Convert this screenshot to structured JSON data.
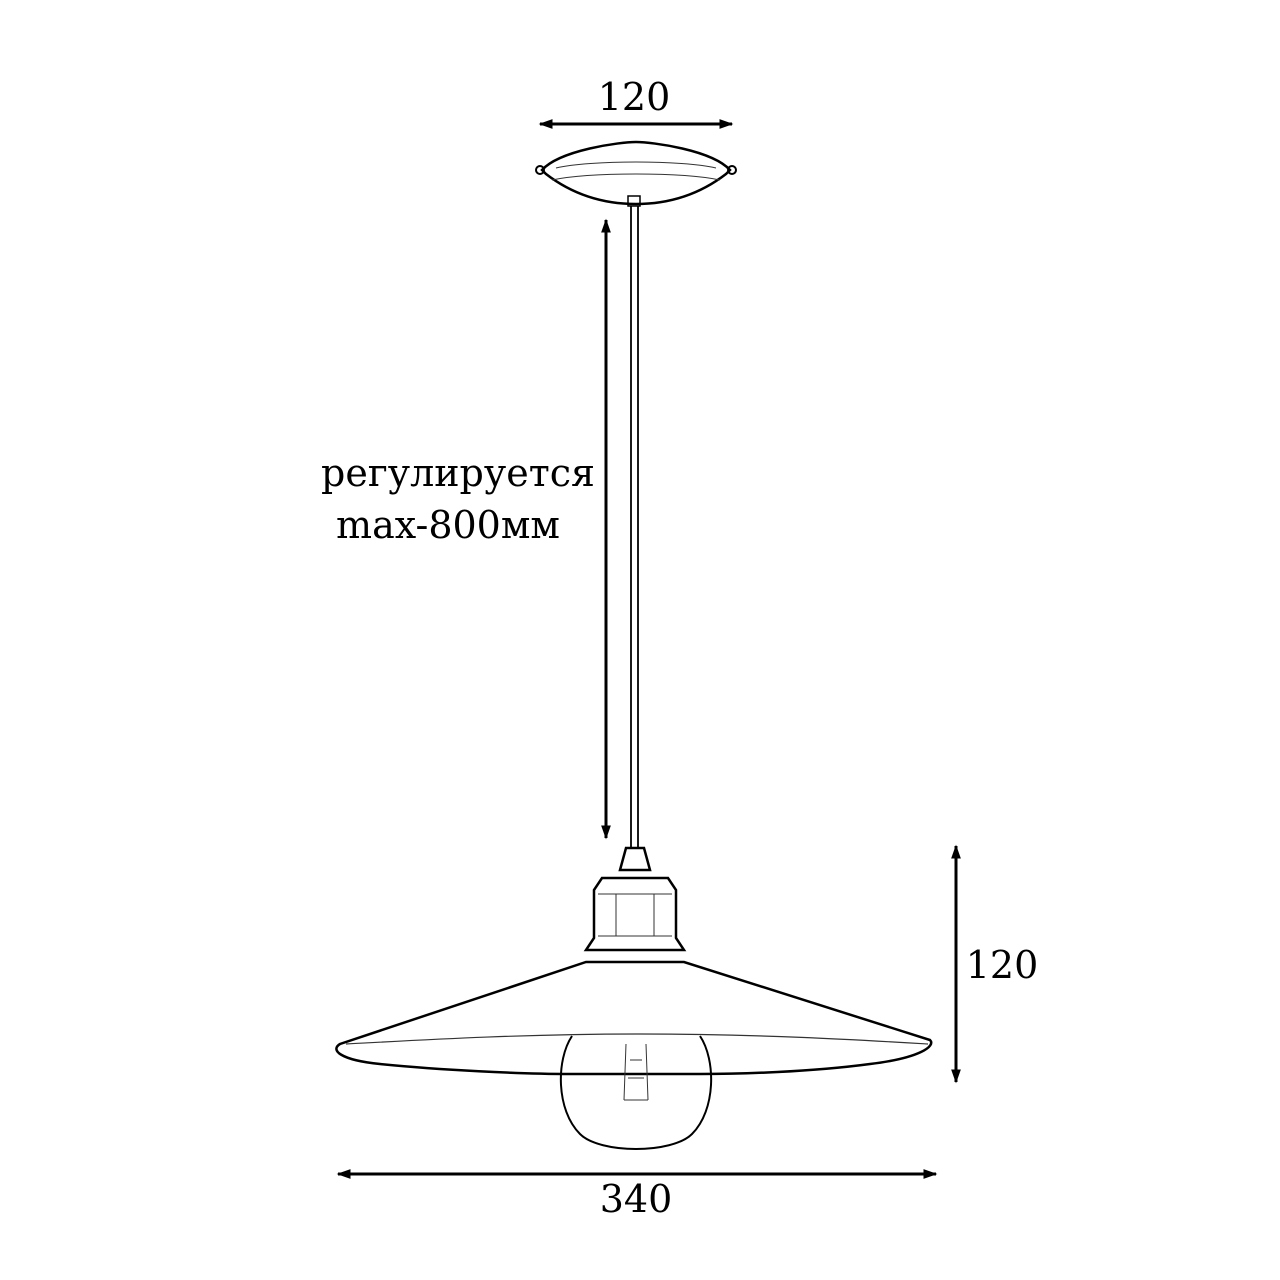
{
  "dimensions": {
    "canopy_width": "120",
    "cord_note_line1": "регулируется",
    "cord_note_line2": "max-800мм",
    "shade_height": "120",
    "shade_width": "340"
  },
  "colors": {
    "line": "#000000",
    "background": "#ffffff"
  }
}
